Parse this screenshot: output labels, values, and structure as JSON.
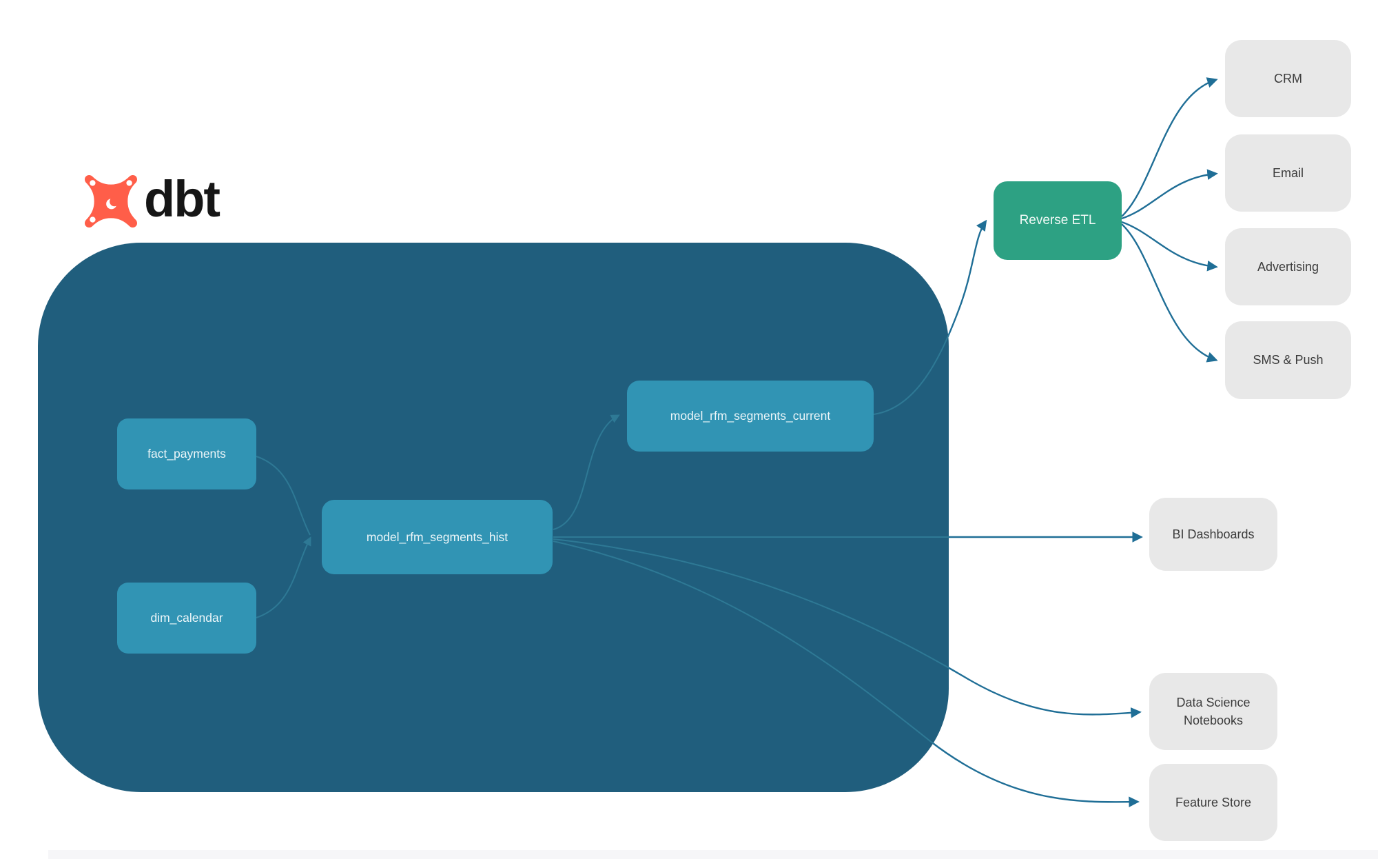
{
  "logo": {
    "wordmark": "dbt"
  },
  "warehouse": {
    "nodes": {
      "fact_payments": "fact_payments",
      "dim_calendar": "dim_calendar",
      "model_hist": "model_rfm_segments_hist",
      "model_current": "model_rfm_segments_current"
    }
  },
  "reverse_etl": {
    "label": "Reverse ETL"
  },
  "activation": {
    "crm": "CRM",
    "email": "Email",
    "advertising": "Advertising",
    "sms_push": "SMS & Push"
  },
  "analytics": {
    "bi": "BI Dashboards",
    "notebooks": "Data Science Notebooks",
    "feature_store": "Feature Store"
  },
  "edges": [
    {
      "from": "fact_payments",
      "to": "model_rfm_segments_hist"
    },
    {
      "from": "dim_calendar",
      "to": "model_rfm_segments_hist"
    },
    {
      "from": "model_rfm_segments_hist",
      "to": "model_rfm_segments_current"
    },
    {
      "from": "model_rfm_segments_current",
      "to": "Reverse ETL"
    },
    {
      "from": "Reverse ETL",
      "to": "CRM"
    },
    {
      "from": "Reverse ETL",
      "to": "Email"
    },
    {
      "from": "Reverse ETL",
      "to": "Advertising"
    },
    {
      "from": "Reverse ETL",
      "to": "SMS & Push"
    },
    {
      "from": "model_rfm_segments_hist",
      "to": "BI Dashboards"
    },
    {
      "from": "model_rfm_segments_hist",
      "to": "Data Science Notebooks"
    },
    {
      "from": "model_rfm_segments_hist",
      "to": "Feature Store"
    }
  ],
  "colors": {
    "warehouse_bg": "#205e7d",
    "node_bg": "#3194b4",
    "reverse_etl_bg": "#2da183",
    "destination_bg": "#e8e8e8",
    "edge": "#1f6e96",
    "edge_inside": "#2e7995",
    "logo_orange": "#ff5e49"
  }
}
